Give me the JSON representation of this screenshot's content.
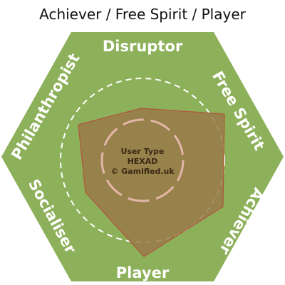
{
  "title": "Achiever / Free Spirit / Player",
  "colors": {
    "hexagon": "#8db05a",
    "inner_polygon": "#9a7a4a",
    "inner_polygon_stroke": "#b0553a",
    "dashed_circle": "#ffffff",
    "center_circle": "#e3b6a8"
  },
  "types": {
    "disruptor": "Disruptor",
    "free_spirit": "Free Spirit",
    "achiever": "Achiever",
    "player": "Player",
    "socialiser": "Socialiser",
    "philanthropist": "Philanthropist"
  },
  "center": {
    "line1": "User Type",
    "line2": "HEXAD",
    "line3": "© Gamified.uk"
  }
}
